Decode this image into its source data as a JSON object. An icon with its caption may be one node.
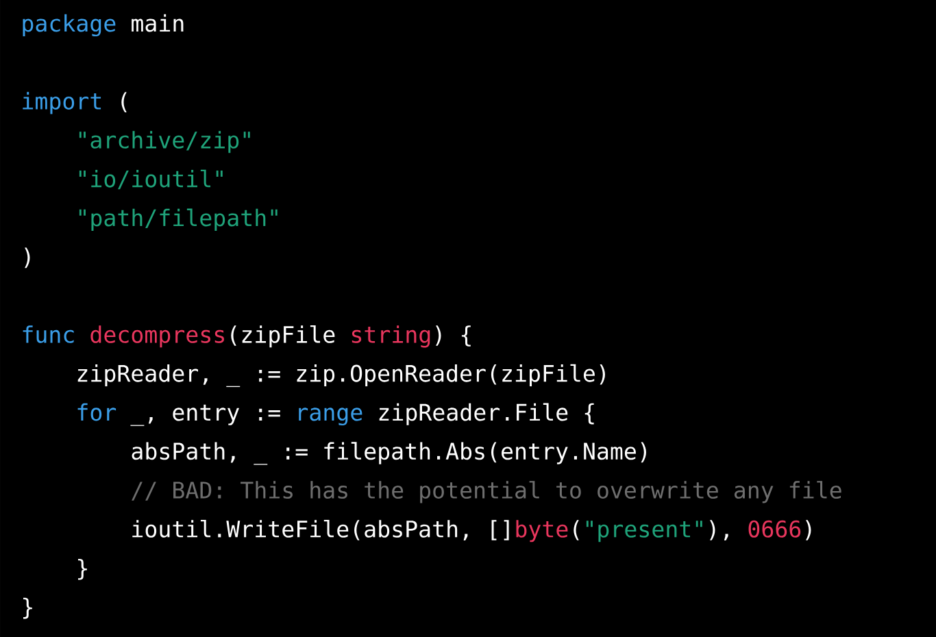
{
  "diagram": {
    "labels": [
      "package",
      "main",
      "import",
      "(",
      "\"archive/zip\"",
      "\"io/ioutil\"",
      "\"path/filepath\"",
      ")",
      "func",
      "decompress",
      "(zipFile",
      "string",
      ") {",
      "zipReader, _ := zip.OpenReader(zipFile)",
      "for",
      "_, entry :=",
      "range",
      "zipReader.File {",
      "absPath, _ := filepath.Abs(entry.Name)",
      "// BAD: This has the potential to overwrite any file",
      "ioutil.WriteFile(absPath, []",
      "byte",
      "(",
      "\"present\"",
      "),",
      "0666",
      ")",
      "}",
      "}"
    ]
  }
}
